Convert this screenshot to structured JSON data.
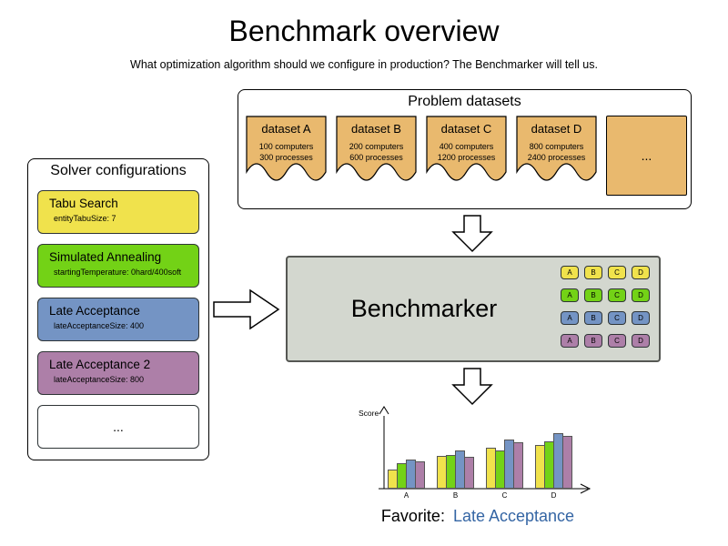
{
  "page": {
    "title": "Benchmark overview",
    "subtitle": "What optimization algorithm should we configure in production? The Benchmarker will tell us."
  },
  "solver": {
    "panel_title": "Solver configurations",
    "items": [
      {
        "title": "Tabu Search",
        "subtitle": "entityTabuSize: 7",
        "color": "#f0e24c"
      },
      {
        "title": "Simulated Annealing",
        "subtitle": "startingTemperature: 0hard/400soft",
        "color": "#73d216"
      },
      {
        "title": "Late Acceptance",
        "subtitle": "lateAcceptanceSize: 400",
        "color": "#7494c4"
      },
      {
        "title": "Late Acceptance 2",
        "subtitle": "lateAcceptanceSize: 800",
        "color": "#ad7fa8"
      },
      {
        "title": "...",
        "subtitle": "",
        "color": "#ffffff"
      }
    ]
  },
  "datasets": {
    "panel_title": "Problem datasets",
    "card_color": "#e9b96e",
    "items": [
      {
        "title": "dataset A",
        "computers": "100 computers",
        "processes": "300 processes"
      },
      {
        "title": "dataset B",
        "computers": "200 computers",
        "processes": "600 processes"
      },
      {
        "title": "dataset C",
        "computers": "400 computers",
        "processes": "1200 processes"
      },
      {
        "title": "dataset D",
        "computers": "800 computers",
        "processes": "2400 processes"
      },
      {
        "title": "...",
        "computers": "",
        "processes": ""
      }
    ]
  },
  "benchmarker": {
    "label": "Benchmarker",
    "grid_rows": [
      {
        "color": "#f0e24c",
        "cells": [
          "A",
          "B",
          "C",
          "D"
        ]
      },
      {
        "color": "#73d216",
        "cells": [
          "A",
          "B",
          "C",
          "D"
        ]
      },
      {
        "color": "#7494c4",
        "cells": [
          "A",
          "B",
          "C",
          "D"
        ]
      },
      {
        "color": "#ad7fa8",
        "cells": [
          "A",
          "B",
          "C",
          "D"
        ]
      }
    ]
  },
  "favorite": {
    "prefix": "Favorite:",
    "value": "Late Acceptance",
    "value_color": "#3465a4"
  },
  "chart_data": {
    "type": "bar",
    "title": "",
    "xlabel": "",
    "ylabel": "Score",
    "categories": [
      "A",
      "B",
      "C",
      "D"
    ],
    "ylim": [
      0,
      100
    ],
    "grid": false,
    "legend_position": "none",
    "series": [
      {
        "name": "Tabu Search",
        "color": "#f0e24c",
        "values": [
          25,
          45,
          57,
          60
        ]
      },
      {
        "name": "Simulated Annealing",
        "color": "#73d216",
        "values": [
          34,
          46,
          52,
          66
        ]
      },
      {
        "name": "Late Acceptance",
        "color": "#7494c4",
        "values": [
          40,
          52,
          68,
          78
        ]
      },
      {
        "name": "Late Acceptance 2",
        "color": "#ad7fa8",
        "values": [
          37,
          43,
          65,
          74
        ]
      }
    ]
  }
}
